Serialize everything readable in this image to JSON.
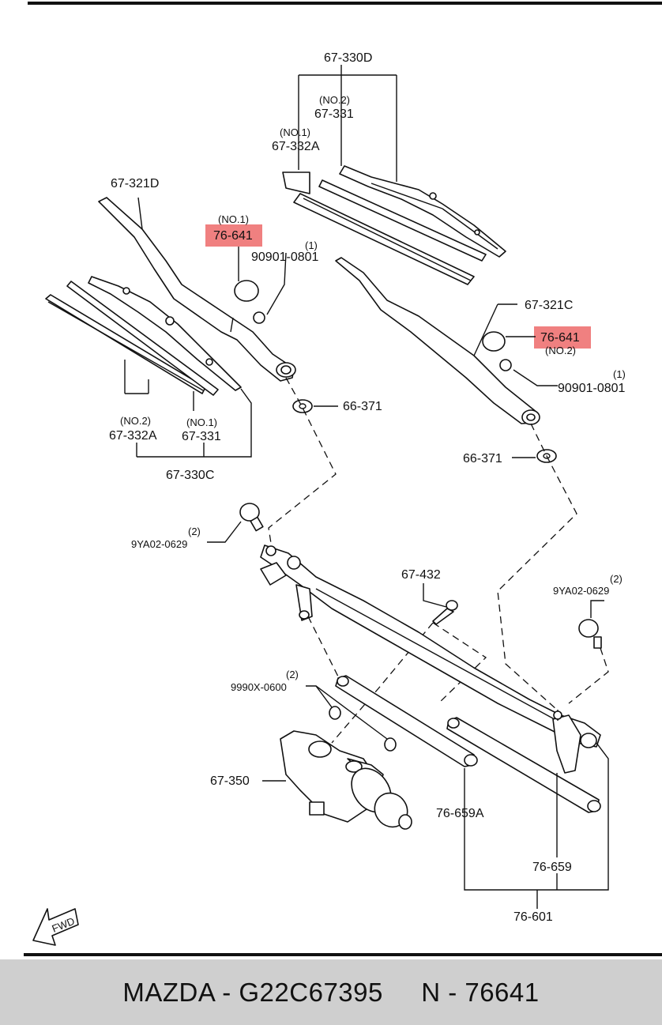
{
  "labels": {
    "l_67330D": "67-330D",
    "l_no2a": "(NO.2)",
    "l_67331a": "67-331",
    "l_no1a": "(NO.1)",
    "l_67332Aa": "67-332A",
    "l_67321D": "67-321D",
    "l_no1b": "(NO.1)",
    "l_76641a": "76-641",
    "l_one_a": "(1)",
    "l_90901a": "90901-0801",
    "l_67321C": "67-321C",
    "l_76641b": "76-641",
    "l_no2b": "(NO.2)",
    "l_one_b": "(1)",
    "l_90901b": "90901-0801",
    "l_66371a": "66-371",
    "l_66371b": "66-371",
    "l_no2c": "(NO.2)",
    "l_67332Ab": "67-332A",
    "l_no1c": "(NO.1)",
    "l_67331b": "67-331",
    "l_67330C": "67-330C",
    "l_two_a": "(2)",
    "l_9YAa": "9YA02-0629",
    "l_67432": "67-432",
    "l_two_b": "(2)",
    "l_9YAb": "9YA02-0629",
    "l_two_c": "(2)",
    "l_9990": "9990X-0600",
    "l_67350": "67-350",
    "l_76659A": "76-659A",
    "l_76659": "76-659",
    "l_76601": "76-601",
    "l_fwd": "FWD"
  },
  "highlight_color": "#f08080",
  "footer": {
    "text": "MAZDA - G22C67395     N - 76641",
    "background": "#cfcfcf"
  }
}
